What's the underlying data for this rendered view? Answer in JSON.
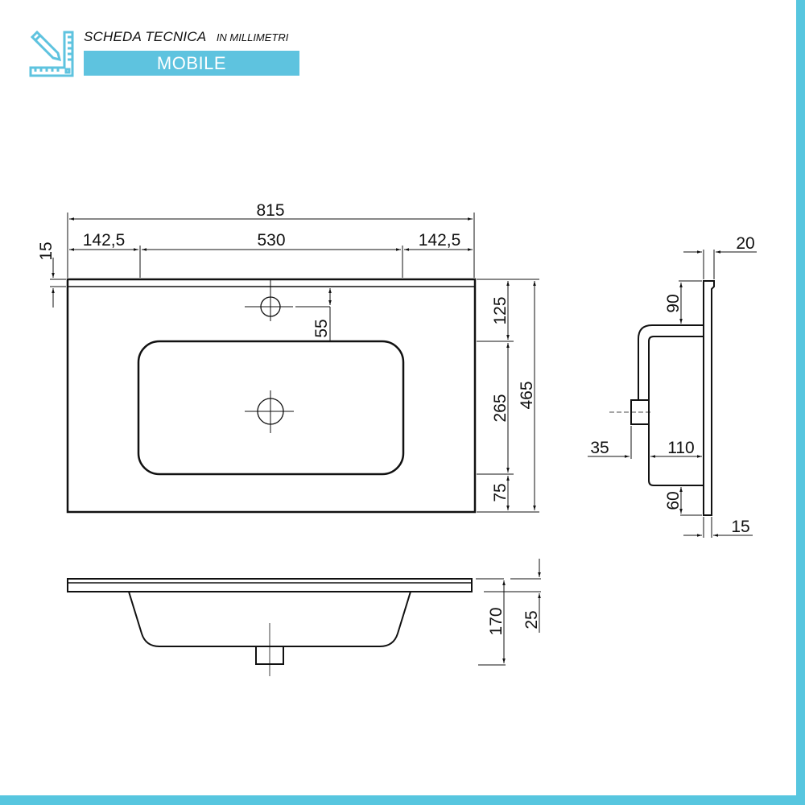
{
  "header": {
    "icon": "pencil-ruler-icon",
    "title": "SCHEDA TECNICA",
    "subtitle": "IN MILLIMETRI",
    "banner": "MOBILE"
  },
  "colors": {
    "accent": "#5ec3df",
    "frame": "#57c6df",
    "line": "#111111"
  },
  "drawing": {
    "units": "mm",
    "top_view": {
      "overall_width": "815",
      "left_offset": "142,5",
      "center_width": "530",
      "right_offset": "142,5",
      "back_lip": "15",
      "tap_to_basin": "55",
      "back_to_basin": "125",
      "basin_depth_span": "265",
      "front_margin": "75",
      "overall_depth": "465"
    },
    "front_view": {
      "total_height": "170",
      "top_thickness": "25"
    },
    "side_view": {
      "top_width": "20",
      "top_to_overflow": "90",
      "overflow_offset": "35",
      "bowl_depth": "110",
      "bottom_gap": "60",
      "plate_thickness": "15"
    }
  }
}
